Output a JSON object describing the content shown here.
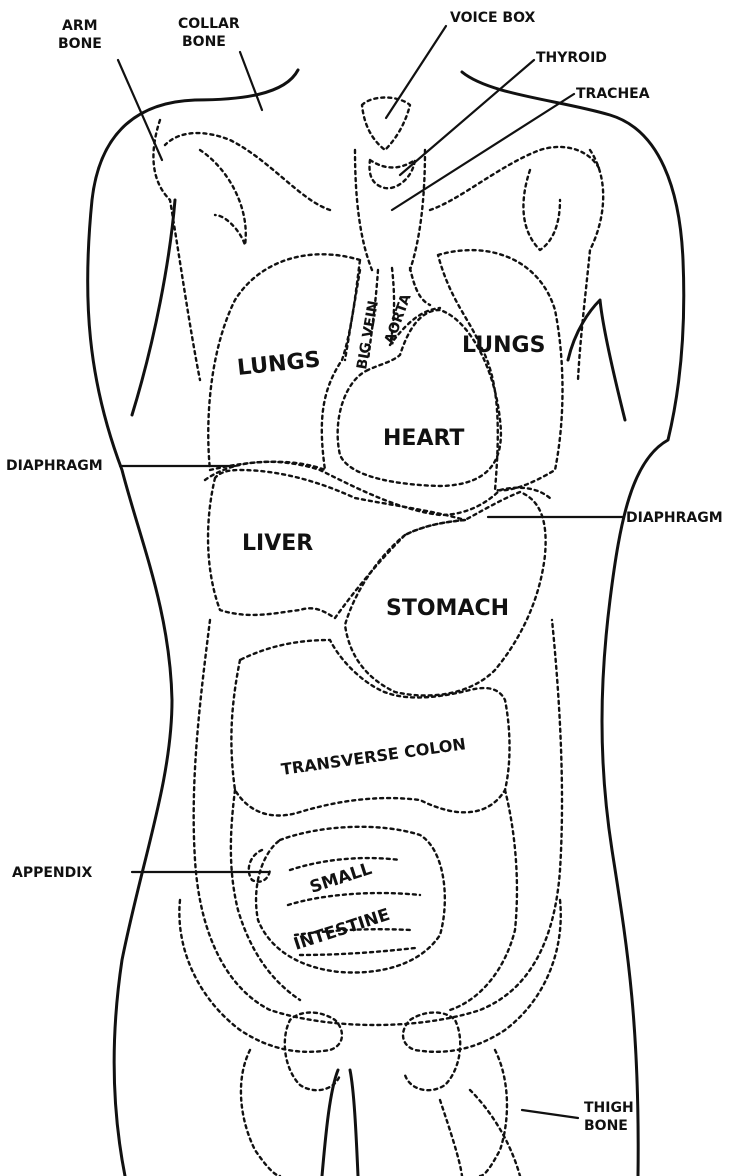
{
  "labels": {
    "arm_bone": [
      "ARM",
      "BONE"
    ],
    "collar_bone": [
      "COLLAR",
      "BONE"
    ],
    "voice_box": "VOICE BOX",
    "thyroid": "THYROID",
    "trachea": "TRACHEA",
    "lungs_left": "LUNGS",
    "lungs_right": "LUNGS",
    "big_vein": "BIG VEIN",
    "aorta": "AORTA",
    "heart": "HEART",
    "diaphragm_left": "DIAPHRAGM",
    "diaphragm_right": "DIAPHRAGM",
    "liver": "LIVER",
    "stomach": "STOMACH",
    "transverse_colon": "TRANSVERSE COLON",
    "small": "SMALL",
    "intestine": "INTESTINE",
    "appendix": "APPENDIX",
    "thigh_bone": [
      "THIGH",
      "BONE"
    ]
  }
}
